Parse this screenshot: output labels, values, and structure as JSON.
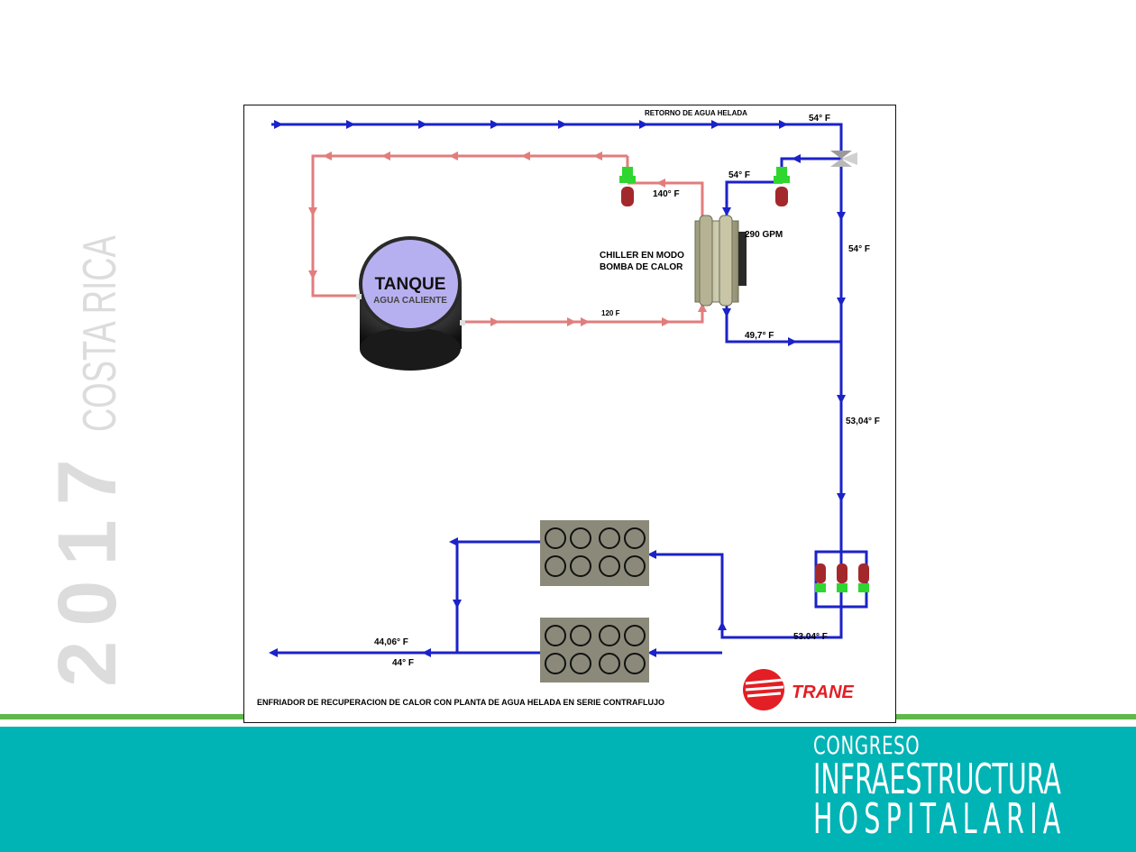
{
  "side": {
    "year": "2017",
    "country": "COSTA RICA"
  },
  "congress": {
    "line1": "CONGRESO",
    "line2": "INFRAESTRUCTURA",
    "line3": "HOSPITALARIA"
  },
  "diagram": {
    "return_label": "RETORNO DE AGUA HELADA",
    "t_return": "54° F",
    "t_chiller_in": "54° F",
    "t_riser": "54° F",
    "t_hot_supply": "140° F",
    "gpm": "290 GPM",
    "chiller_label_1": "CHILLER EN MODO",
    "chiller_label_2": "BOMBA DE CALOR",
    "t_hot_return": "120 F",
    "t_chiller_out": "49,7° F",
    "t_mix": "53,04° F",
    "t_to_chillers": "53.04° F",
    "t_out_1": "44,06° F",
    "t_out_2": "44° F",
    "tank_title": "TANQUE",
    "tank_sub": "AGUA CALIENTE",
    "caption": "ENFRIADOR DE RECUPERACION DE CALOR CON PLANTA DE AGUA HELADA EN SERIE CONTRAFLUJO",
    "brand": "TRANE",
    "colors": {
      "chilled": "#1b22c8",
      "hot": "#e27d7d",
      "tank": "#b7b0f0",
      "valve_red": "#a3282b",
      "valve_green": "#2fd62f"
    }
  }
}
